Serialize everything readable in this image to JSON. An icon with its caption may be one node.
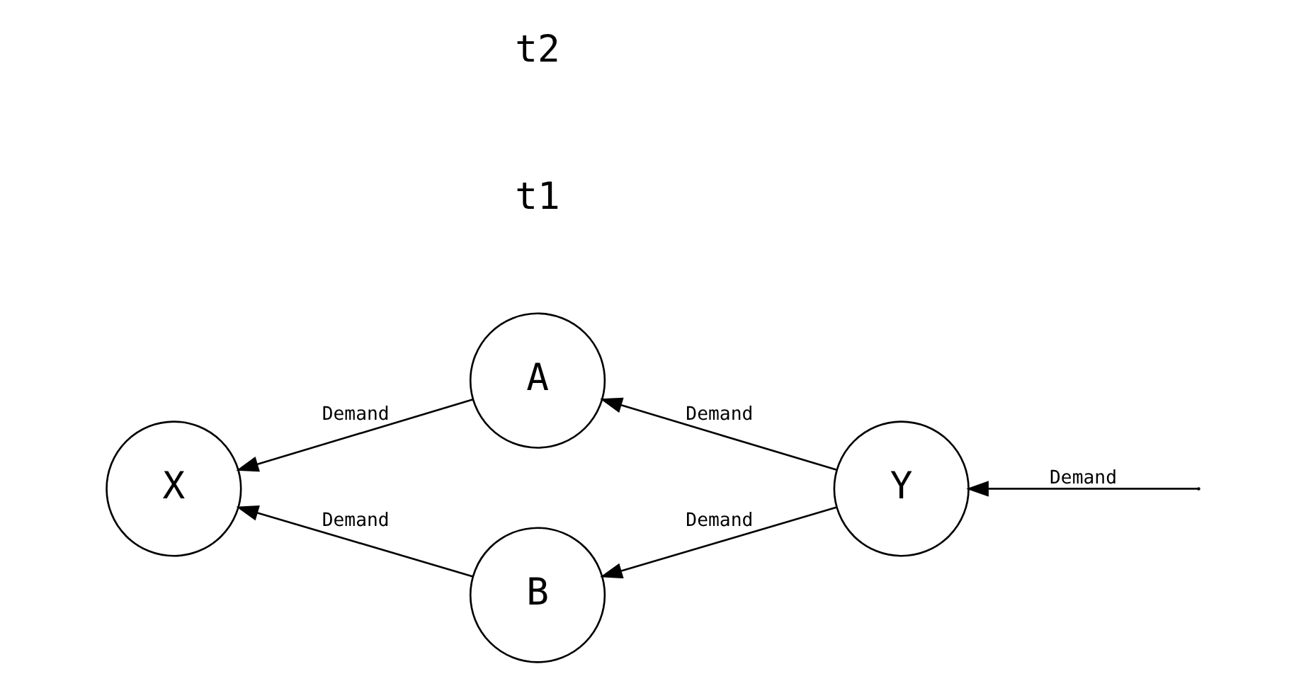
{
  "diagram": {
    "nodes": [
      {
        "text": [
          "A"
        ]
      },
      {
        "text": [
          "X"
        ]
      },
      {
        "text": [
          "Y"
        ]
      },
      {
        "text": [
          "B"
        ]
      }
    ],
    "edges": [
      {
        "from": 0,
        "to": 1,
        "arrow": "to",
        "label": "Demand"
      },
      {
        "from": 2,
        "to": 0,
        "arrow": "to",
        "label": "Demand"
      },
      {
        "from": 2,
        "to": 3,
        "arrow": "to",
        "label": "Demand"
      },
      {
        "from": 3,
        "to": 1,
        "arrow": "to",
        "label": "Demand"
      },
      {
        "from": null,
        "to": 2,
        "arrow": "to",
        "label": "Demand"
      }
    ],
    "labels": [
      "t1",
      "t2"
    ]
  }
}
